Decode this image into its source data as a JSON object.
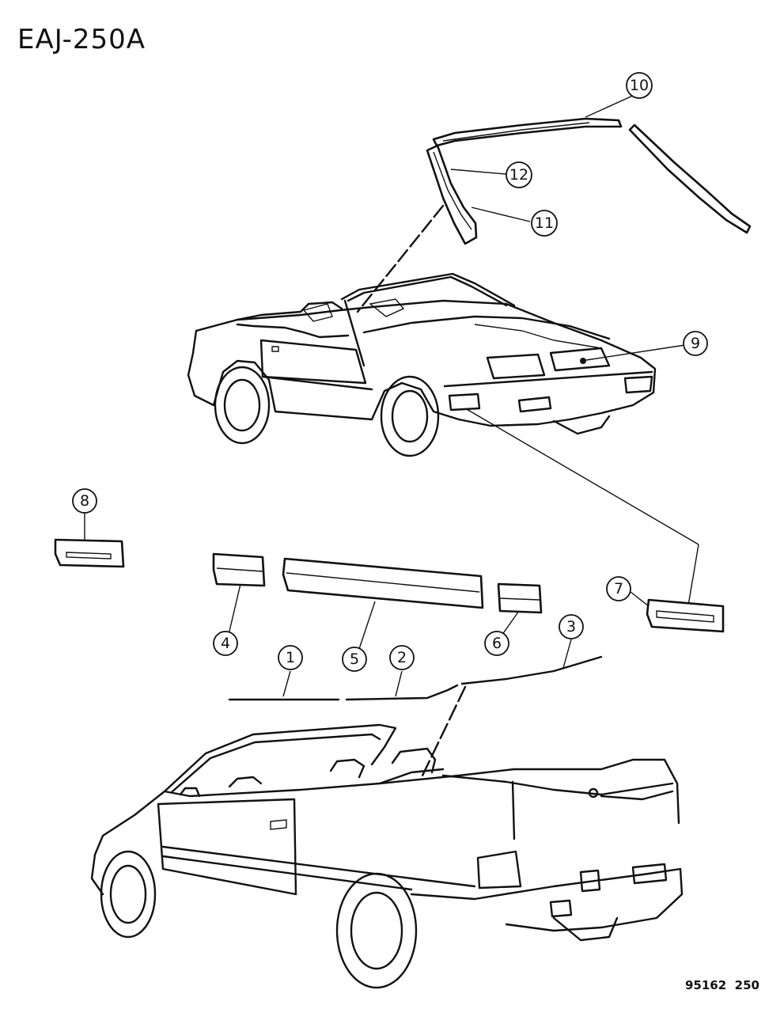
{
  "diagram": {
    "code": "EAJ-250A",
    "figure_number": "95162  250"
  },
  "callouts": [
    {
      "id": "c1",
      "label": "1"
    },
    {
      "id": "c2",
      "label": "2"
    },
    {
      "id": "c3",
      "label": "3"
    },
    {
      "id": "c4",
      "label": "4"
    },
    {
      "id": "c5",
      "label": "5"
    },
    {
      "id": "c6",
      "label": "6"
    },
    {
      "id": "c7",
      "label": "7"
    },
    {
      "id": "c8",
      "label": "8"
    },
    {
      "id": "c9",
      "label": "9"
    },
    {
      "id": "c10",
      "label": "10"
    },
    {
      "id": "c11",
      "label": "11"
    },
    {
      "id": "c12",
      "label": "12"
    }
  ]
}
